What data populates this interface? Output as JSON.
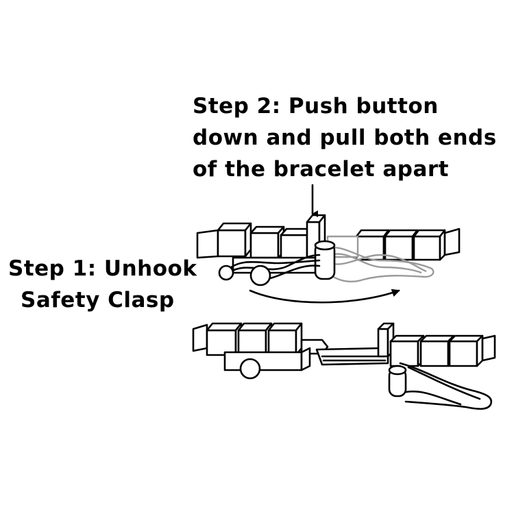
{
  "step2": {
    "line1": "Step 2: Push button",
    "line2": "down and pull both ends",
    "line3": "of the bracelet apart"
  },
  "step1": {
    "line1": "Step 1: Unhook",
    "line2": "Safety Clasp"
  }
}
